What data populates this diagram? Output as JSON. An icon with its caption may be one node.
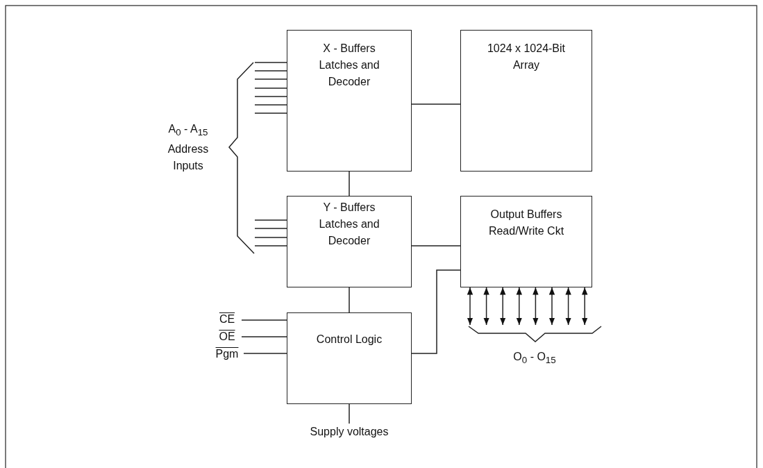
{
  "diagram": {
    "nodes": [
      {
        "text": [
          "X - Buffers Latches and Decoder"
        ]
      },
      {
        "text": [
          "1024 x 1024-Bit Array"
        ]
      },
      {
        "text": [
          "Y - Buffers Latches and Decoder"
        ]
      },
      {
        "text": [
          "Output Buffers Read/Write Ckt"
        ]
      },
      {
        "text": [
          "Control Logic"
        ]
      },
      {
        "text": [
          "CE"
        ]
      },
      {
        "text": [
          "OE"
        ]
      },
      {
        "text": [
          "Pgm"
        ]
      },
      {
        "text": [
          "Supply voltages"
        ]
      },
      {
        "text": [
          "A$_{0}$ - A$_{15}$ Address Inputs"
        ]
      },
      {
        "text": [
          "O$_{0}$ - O$_{15}$"
        ]
      }
    ],
    "edges": [
      {
        "from": 0,
        "to": 1,
        "arrow": "none"
      },
      {
        "from": 0,
        "to": 2,
        "arrow": "none"
      },
      {
        "from": 2,
        "to": 3,
        "arrow": "none"
      },
      {
        "from": 2,
        "to": 4,
        "arrow": "none"
      },
      {
        "from": 4,
        "to": 3,
        "arrow": "none"
      },
      {
        "from": 5,
        "to": 4,
        "arrow": "none"
      },
      {
        "from": 6,
        "to": 4,
        "arrow": "none"
      },
      {
        "from": 7,
        "to": 4,
        "arrow": "none"
      },
      {
        "from": 4,
        "to": 8,
        "arrow": "none"
      },
      {
        "from": 9,
        "to": 0,
        "arrow": "none"
      },
      {
        "from": 9,
        "to": 0,
        "arrow": "none"
      },
      {
        "from": 9,
        "to": 0,
        "arrow": "none"
      },
      {
        "from": 9,
        "to": 0,
        "arrow": "none"
      },
      {
        "from": 9,
        "to": 0,
        "arrow": "none"
      },
      {
        "from": 9,
        "to": 0,
        "arrow": "none"
      },
      {
        "from": 9,
        "to": 0,
        "arrow": "none"
      },
      {
        "from": 9,
        "to": 2,
        "arrow": "none"
      },
      {
        "from": 9,
        "to": 2,
        "arrow": "none"
      },
      {
        "from": 9,
        "to": 2,
        "arrow": "none"
      },
      {
        "from": 9,
        "to": 2,
        "arrow": "none"
      },
      {
        "from": 3,
        "to": 10,
        "arrow": "both"
      },
      {
        "from": 3,
        "to": 10,
        "arrow": "both"
      },
      {
        "from": 3,
        "to": 10,
        "arrow": "both"
      },
      {
        "from": 3,
        "to": 10,
        "arrow": "both"
      },
      {
        "from": 3,
        "to": 10,
        "arrow": "both"
      },
      {
        "from": 3,
        "to": 10,
        "arrow": "both"
      },
      {
        "from": 3,
        "to": 10,
        "arrow": "both"
      },
      {
        "from": 3,
        "to": 10,
        "arrow": "both"
      }
    ]
  }
}
